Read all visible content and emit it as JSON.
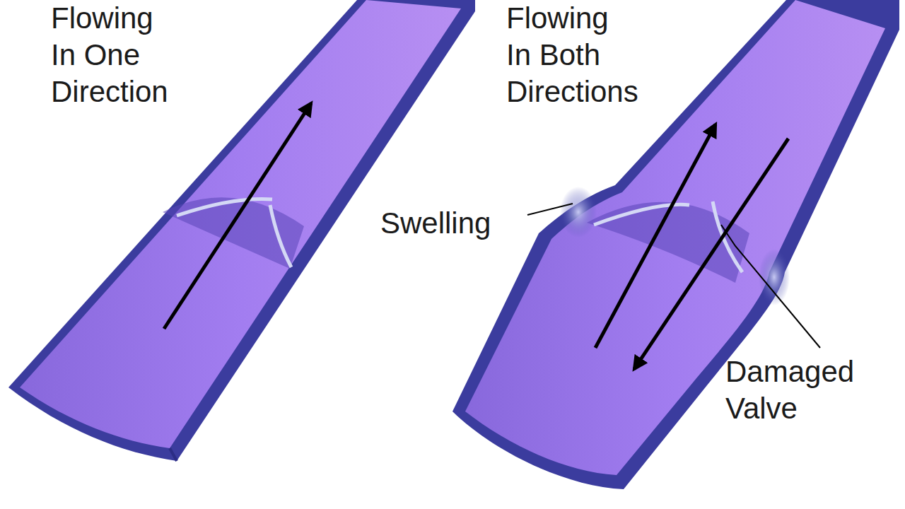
{
  "diagram": {
    "labels": [
      "Flowing In One Direction",
      "Flowing In Both Directions",
      "Swelling",
      "Damaged Valve"
    ]
  }
}
